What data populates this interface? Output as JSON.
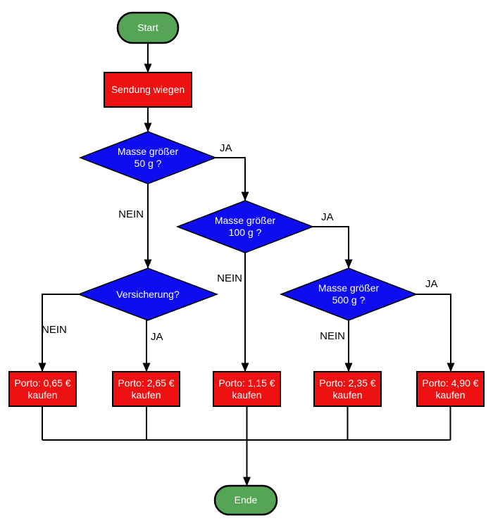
{
  "diagram": {
    "type": "flowchart",
    "colors": {
      "background": "#FFFFFF",
      "terminator_fill": "#56A456",
      "process_fill": "#EE1111",
      "decision_fill": "#0D0DEF",
      "stroke": "#000000",
      "node_text": "#FFFFFF",
      "edge_label_text": "#000000"
    },
    "nodes": {
      "start": {
        "shape": "terminator",
        "label": "Start"
      },
      "weigh": {
        "shape": "process",
        "label": "Sendung wiegen"
      },
      "mass50": {
        "shape": "decision",
        "line1": "Masse größer",
        "line2": "50 g ?"
      },
      "mass100": {
        "shape": "decision",
        "line1": "Masse größer",
        "line2": "100 g ?"
      },
      "mass500": {
        "shape": "decision",
        "line1": "Masse größer",
        "line2": "500 g ?"
      },
      "insurance": {
        "shape": "decision",
        "label": "Versicherung?"
      },
      "porto_065": {
        "shape": "process",
        "line1": "Porto: 0,65 €",
        "line2": "kaufen"
      },
      "porto_265": {
        "shape": "process",
        "line1": "Porto: 2,65 €",
        "line2": "kaufen"
      },
      "porto_115": {
        "shape": "process",
        "line1": "Porto: 1,15 €",
        "line2": "kaufen"
      },
      "porto_235": {
        "shape": "process",
        "line1": "Porto: 2,35 €",
        "line2": "kaufen"
      },
      "porto_490": {
        "shape": "process",
        "line1": "Porto: 4,90 €",
        "line2": "kaufen"
      },
      "ende": {
        "shape": "terminator",
        "label": "Ende"
      }
    },
    "edge_labels": {
      "mass50_ja": "JA",
      "mass50_nein": "NEIN",
      "mass100_ja": "JA",
      "mass100_nein": "NEIN",
      "mass500_ja": "JA",
      "mass500_nein": "NEIN",
      "insurance_ja": "JA",
      "insurance_nein": "NEIN"
    }
  }
}
